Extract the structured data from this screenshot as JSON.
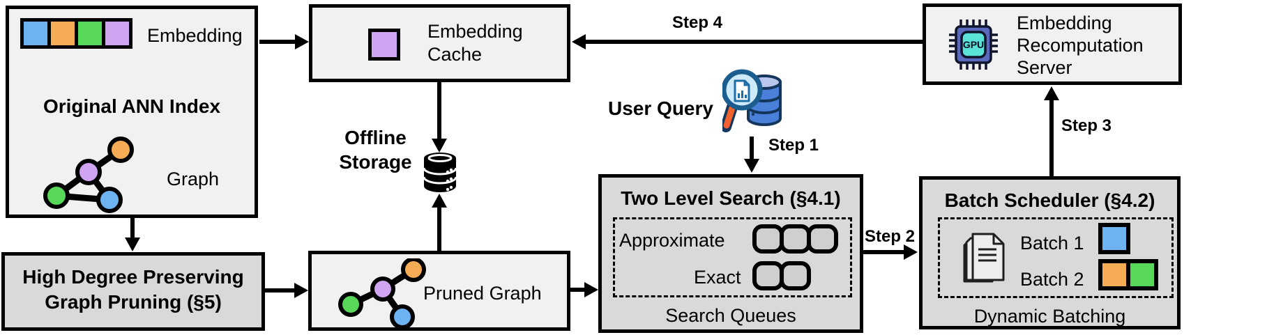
{
  "colors": {
    "blue": "#6db3f2",
    "orange": "#f6ac54",
    "green": "#58d858",
    "purple": "#cfa4f0",
    "box-light": "#f1f1f1",
    "box-dark": "#d9d9d9",
    "queue-fill": "#cfcfcf",
    "gpu-body": "#5b69bd",
    "gpu-core": "#5ae2d9",
    "mag-rim": "#1b5d8f",
    "mag-glass": "#cdeafb",
    "mag-handle": "#f2622e",
    "db-blue": "#4a80d9",
    "db-light": "#b9c6ee",
    "db-outline": "#14365c"
  },
  "ann_index": {
    "title": "Original ANN Index",
    "embedding_label": "Embedding",
    "graph_label": "Graph"
  },
  "graph_pruning": {
    "title": "High Degree Preserving Graph Pruning (§5)"
  },
  "embedding_cache": {
    "title": "Embedding Cache"
  },
  "offline_storage": {
    "label": "Offline Storage"
  },
  "pruned_graph": {
    "label": "Pruned Graph"
  },
  "user_query": {
    "label": "User Query"
  },
  "two_level_search": {
    "title": "Two Level Search (§4.1)",
    "approximate_label": "Approximate",
    "exact_label": "Exact",
    "footer": "Search Queues"
  },
  "batch_scheduler": {
    "title": "Batch Scheduler (§4.2)",
    "batch1_label": "Batch 1",
    "batch2_label": "Batch 2",
    "footer": "Dynamic Batching"
  },
  "recompute_server": {
    "title": "Embedding Recomputation Server",
    "gpu_label": "GPU"
  },
  "steps": {
    "step1": "Step 1",
    "step2": "Step 2",
    "step3": "Step 3",
    "step4": "Step 4"
  }
}
